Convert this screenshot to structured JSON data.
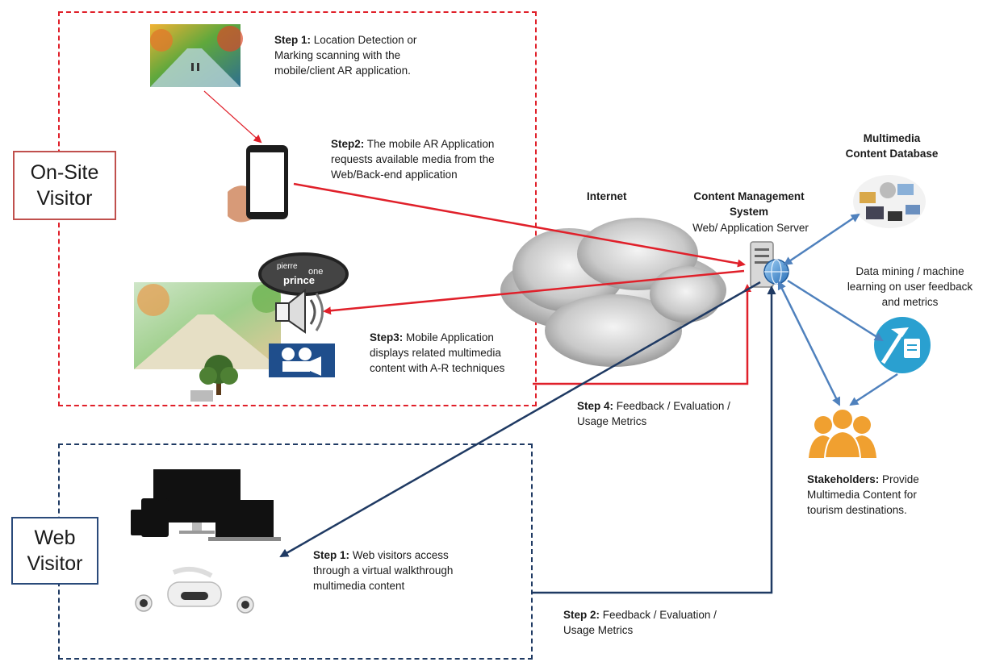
{
  "zones": {
    "onsite": "On-Site Visitor",
    "web": "Web Visitor"
  },
  "steps": {
    "onsite_step1": {
      "bold": "Step 1:",
      "text": " Location Detection or Marking scanning with the mobile/client AR application."
    },
    "onsite_step2": {
      "bold": "Step2:",
      "text": " The mobile AR Application requests available media from the Web/Back-end application"
    },
    "onsite_step3": {
      "bold": "Step3:",
      "text": " Mobile Application displays related multimedia content with A-R techniques"
    },
    "onsite_step4": {
      "bold": "Step 4:",
      "text": " Feedback / Evaluation  / Usage Metrics"
    },
    "web_step1": {
      "bold": "Step 1:",
      "text": " Web visitors access through a virtual walkthrough multimedia content"
    },
    "web_step2": {
      "bold": "Step 2:",
      "text": " Feedback / Evaluation  / Usage Metrics"
    }
  },
  "labels": {
    "internet": "Internet",
    "cms_title": "Content Management System",
    "cms_sub": "Web/ Application Server",
    "db_title": "Multimedia Content Database",
    "mining": "Data mining / machine learning on user feedback and metrics",
    "stakeholders_bold": "Stakeholders:",
    "stakeholders_text": " Provide Multimedia Content for tourism destinations."
  },
  "word_cloud": [
    "pierre",
    "one",
    "prince"
  ],
  "icons": [
    "landscape-painting-icon",
    "smartphone-icon",
    "word-cloud-icon",
    "speaker-icon",
    "film-camera-icon",
    "tree-icon",
    "cloud-icon",
    "server-icon",
    "globe-icon",
    "database-media-icon",
    "data-mining-icon",
    "stakeholders-icon",
    "devices-icon",
    "vr-headset-icon"
  ],
  "colors": {
    "onsite": "#e0202a",
    "web": "#1f3a63",
    "process": "#4f81bd",
    "stakeholder": "#f0a030",
    "mining": "#2aa0d0"
  }
}
